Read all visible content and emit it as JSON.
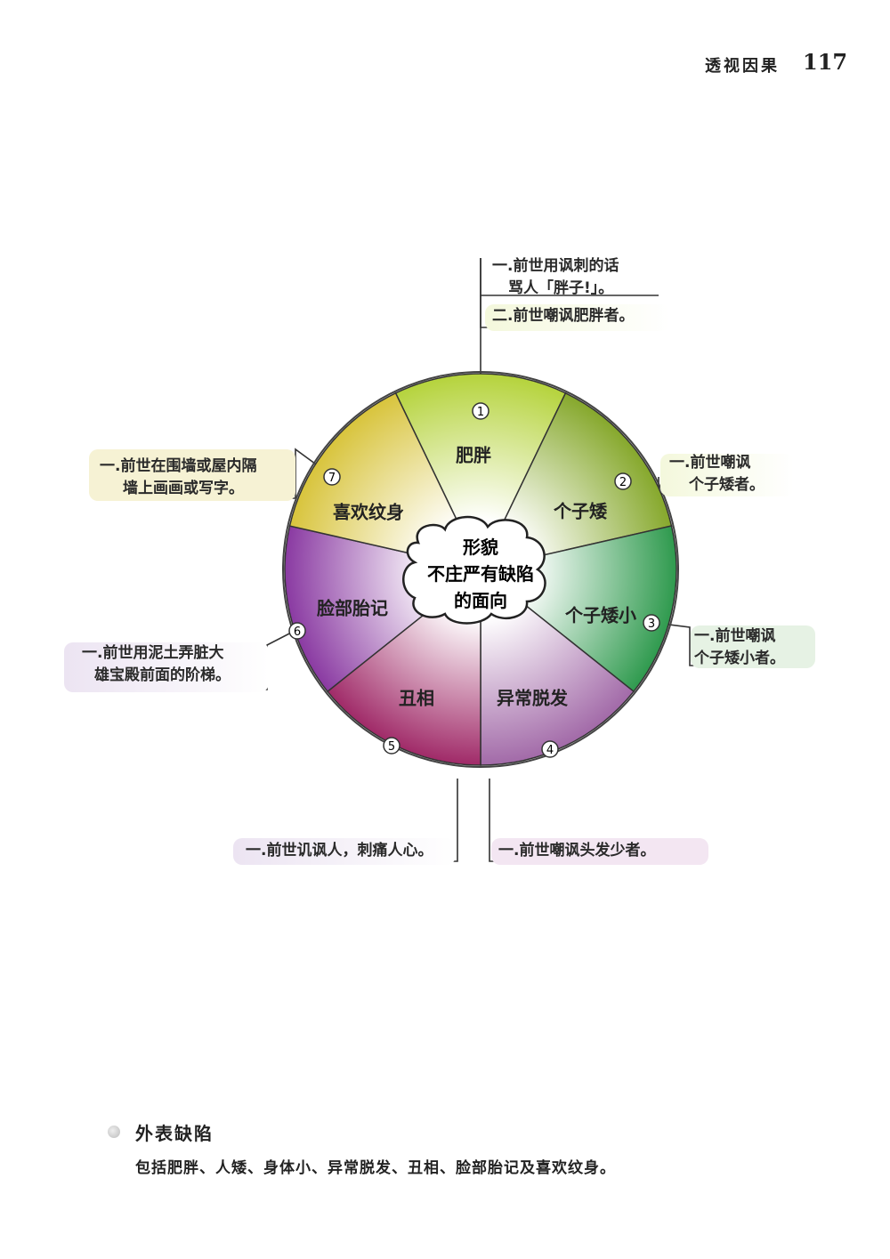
{
  "header": {
    "title": "透视因果",
    "page_number": "117"
  },
  "diagram": {
    "center": [
      "形貌",
      "不庄严有缺陷",
      "的面向"
    ],
    "segments": [
      {
        "num": "1",
        "label": "肥胖",
        "color": "#a8c83a"
      },
      {
        "num": "2",
        "label": "个子矮",
        "color": "#7ea32e"
      },
      {
        "num": "3",
        "label": "个子矮小",
        "color": "#3aa85a"
      },
      {
        "num": "4",
        "label": "异常脱发",
        "color": "#a56aa5"
      },
      {
        "num": "5",
        "label": "丑相",
        "color": "#a82e6a"
      },
      {
        "num": "6",
        "label": "脸部胎记",
        "color": "#8a3aa0"
      },
      {
        "num": "7",
        "label": "喜欢纹身",
        "color": "#d4c43a"
      }
    ],
    "notes": [
      {
        "lines": [
          "一.前世用讽刺的话",
          "骂人「胖子!」。"
        ]
      },
      {
        "lines": [
          "二.前世嘲讽肥胖者。"
        ]
      },
      {
        "lines": [
          "一.前世嘲讽",
          "个子矮者。"
        ]
      },
      {
        "lines": [
          "一.前世嘲讽",
          "个子矮小者。"
        ]
      },
      {
        "lines": [
          "一.前世嘲讽头发少者。"
        ]
      },
      {
        "lines": [
          "一.前世讥讽人，刺痛人心。"
        ]
      },
      {
        "lines": [
          "一.前世用泥土弄脏大",
          "雄宝殿前面的阶梯。"
        ]
      },
      {
        "lines": [
          "一.前世在围墙或屋内隔",
          "墙上画画或写字。"
        ]
      }
    ]
  },
  "section": {
    "title": "外表缺陷",
    "body": "包括肥胖、人矮、身体小、异常脱发、丑相、脸部胎记及喜欢纹身。"
  }
}
